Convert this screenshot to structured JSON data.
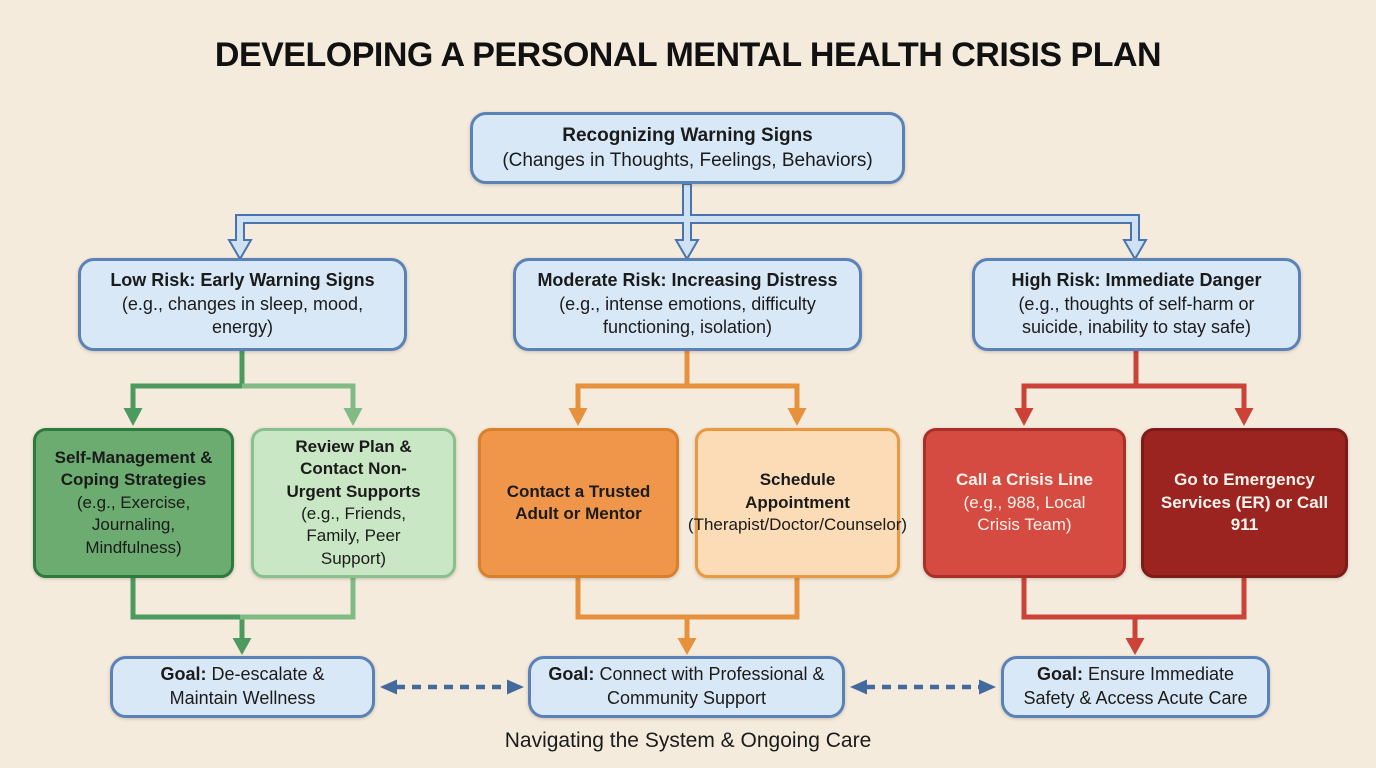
{
  "title": "DEVELOPING A PERSONAL MENTAL HEALTH CRISIS PLAN",
  "root": {
    "title": "Recognizing Warning Signs",
    "subtitle": "(Changes in Thoughts, Feelings, Behaviors)"
  },
  "branches": [
    {
      "risk": {
        "title": "Low Risk: Early Warning Signs",
        "subtitle": "(e.g., changes in sleep, mood, energy)"
      },
      "actions": [
        {
          "title": "Self-Management & Coping Strategies",
          "subtitle": "(e.g., Exercise, Journaling, Mindfulness)"
        },
        {
          "title": "Review Plan & Contact Non-Urgent Supports",
          "subtitle": "(e.g., Friends, Family, Peer Support)"
        }
      ],
      "goal": {
        "label": "Goal:",
        "text": "De-escalate & Maintain Wellness"
      }
    },
    {
      "risk": {
        "title": "Moderate Risk: Increasing Distress",
        "subtitle": "(e.g., intense emotions, difficulty functioning, isolation)"
      },
      "actions": [
        {
          "title": "Contact a Trusted Adult or Mentor",
          "subtitle": ""
        },
        {
          "title": "Schedule Appointment",
          "subtitle": "(Therapist/Doctor/Counselor)"
        }
      ],
      "goal": {
        "label": "Goal:",
        "text": "Connect with Professional & Community Support"
      }
    },
    {
      "risk": {
        "title": "High Risk: Immediate Danger",
        "subtitle": "(e.g., thoughts of self-harm or suicide, inability to stay safe)"
      },
      "actions": [
        {
          "title": "Call a Crisis Line",
          "subtitle": "(e.g., 988, Local Crisis Team)"
        },
        {
          "title": "Go to Emergency Services (ER) or Call 911",
          "subtitle": ""
        }
      ],
      "goal": {
        "label": "Goal:",
        "text": "Ensure Immediate Safety & Access Acute Care"
      }
    }
  ],
  "footer": "Navigating the System & Ongoing Care",
  "colors": {
    "background": "#f4ebdd",
    "node_blue_fill": "#d9e8f7",
    "node_blue_border": "#5b82b8",
    "green_dark_fill": "#6dac71",
    "green_dark_border": "#2e7a3c",
    "green_light_fill": "#c9e7c4",
    "green_light_border": "#89c18e",
    "orange_fill": "#f0964a",
    "orange_border": "#d8802b",
    "peach_fill": "#fbdcb6",
    "peach_border": "#e9993f",
    "red_fill": "#d64b41",
    "red_border": "#a93028",
    "dark_red_fill": "#9c2420",
    "dark_red_border": "#7c1b18",
    "connector_blue_stroke": "#4a74ad",
    "connector_blue_fill": "#cfe2f4",
    "connector_green_dark": "#4d9a5e",
    "connector_green_light": "#80bb84",
    "connector_orange": "#e8913c",
    "connector_red": "#cc4237",
    "dashed_arrow": "#44699d",
    "text_dark": "#1b1b1b",
    "text_light": "#faf4ec"
  }
}
